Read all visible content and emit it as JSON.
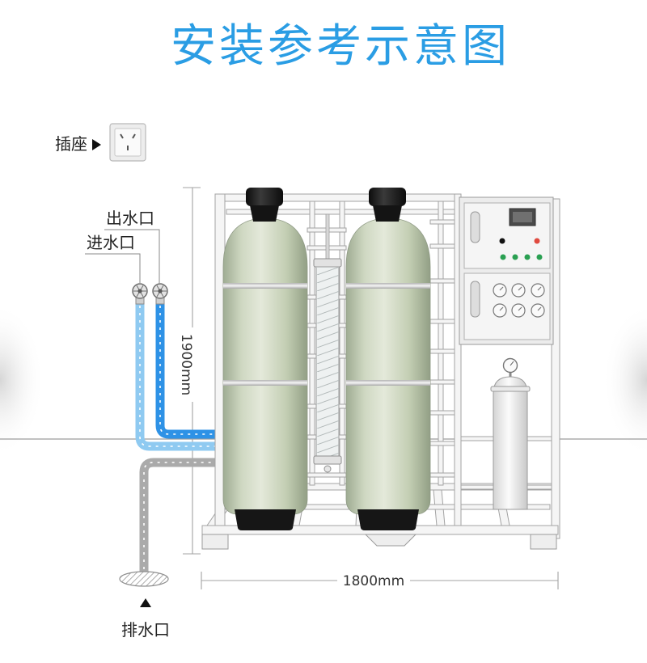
{
  "title": "安装参考示意图",
  "labels": {
    "socket": "插座",
    "outlet": "出水口",
    "inlet": "进水口",
    "drain": "排水口"
  },
  "dimensions": {
    "height": "1900mm",
    "width": "1800mm"
  },
  "icons": {
    "socket": "socket-icon",
    "socket_pointer": "arrow-right-icon",
    "drain_pointer": "arrow-up-icon",
    "outlet_valve": "valve-icon",
    "inlet_valve": "valve-icon",
    "drain": "floor-drain-icon"
  },
  "colors": {
    "title": "#2a9de4",
    "outlet_pipe": "#2e92e6",
    "inlet_pipe": "#8fcaf1",
    "drain_pipe": "#aaaaaa"
  }
}
